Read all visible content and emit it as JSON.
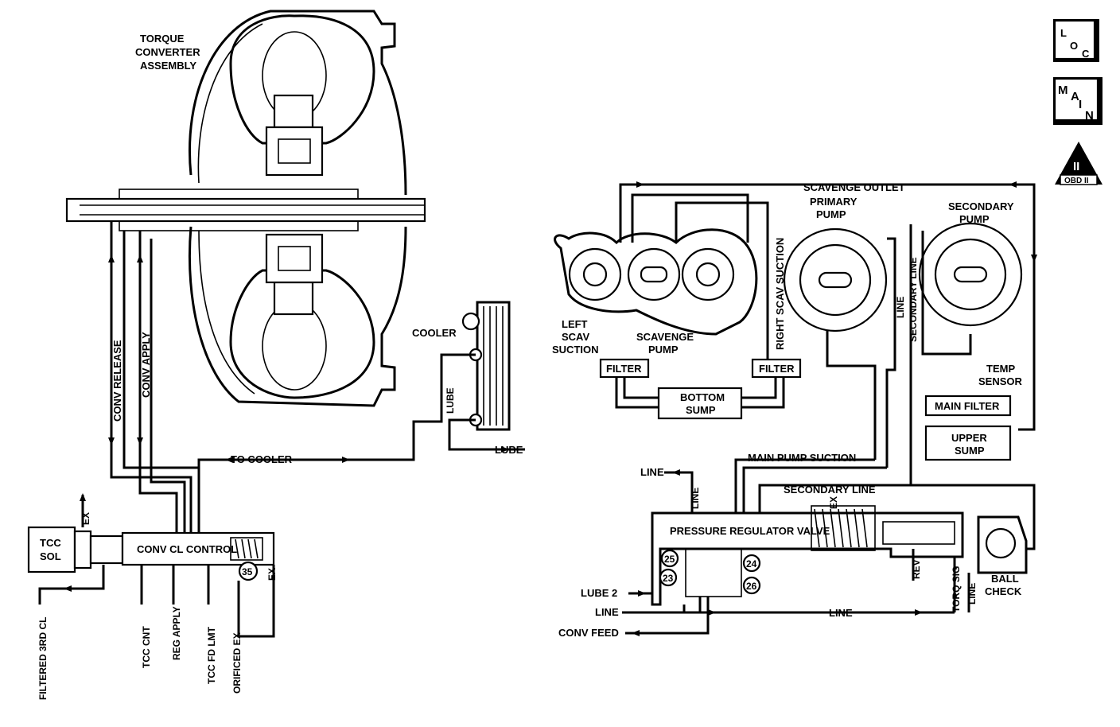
{
  "badges": {
    "loc": [
      "L",
      "O",
      "C"
    ],
    "main": [
      "M",
      "A",
      "I",
      "N"
    ],
    "obd": {
      "roman": "II",
      "label": "OBD II"
    }
  },
  "left": {
    "torque_converter": [
      "TORQUE",
      "CONVERTER",
      "ASSEMBLY"
    ],
    "conv_release": "CONV RELEASE",
    "conv_apply": "CONV APPLY",
    "cooler": "COOLER",
    "lube_vertical": "LUBE",
    "lube_out": "LUBE",
    "to_cooler": "TO COOLER",
    "tcc_sol": [
      "TCC",
      "SOL"
    ],
    "ex_top": "EX",
    "ex_right": "EX",
    "valve": "CONV CL CONTROL",
    "check_35": "35",
    "bottom_labels": {
      "filtered_3rd_cl": "FILTERED 3RD CL",
      "tcc_cnt": "TCC CNT",
      "reg_apply": "REG APPLY",
      "tcc_fd_lmt": "TCC FD LMT",
      "orificed_ex": "ORIFICED EX"
    }
  },
  "right": {
    "scavenge_outlet": "SCAVENGE OUTLET",
    "primary_pump": [
      "PRIMARY",
      "PUMP"
    ],
    "secondary_pump": [
      "SECONDARY",
      "PUMP"
    ],
    "left_scav": [
      "LEFT",
      "SCAV",
      "SUCTION"
    ],
    "scavenge_pump": [
      "SCAVENGE",
      "PUMP"
    ],
    "right_scav_suction": "RIGHT SCAV SUCTION",
    "line_vertical": "LINE",
    "secondary_line_vertical": "SECONDARY LINE",
    "filter_left": "FILTER",
    "filter_right": "FILTER",
    "bottom_sump": [
      "BOTTOM",
      "SUMP"
    ],
    "temp_sensor": [
      "TEMP",
      "SENSOR"
    ],
    "main_filter": "MAIN FILTER",
    "upper_sump": [
      "UPPER",
      "SUMP"
    ],
    "main_pump_suction": "MAIN PUMP SUCTION",
    "line_left": "LINE",
    "line_short_vertical": "LINE",
    "secondary_line_horizontal": "SECONDARY LINE",
    "ex": "EX",
    "pressure_regulator_valve": "PRESSURE REGULATOR VALVE",
    "checks": [
      "25",
      "23",
      "24",
      "26"
    ],
    "lube2": "LUBE 2",
    "line_in": "LINE",
    "line_bottom": "LINE",
    "conv_feed": "CONV FEED",
    "rev": "REV",
    "torq_sig": "TORQ SIG",
    "line_right_vertical": "LINE",
    "ball_check": [
      "BALL",
      "CHECK"
    ]
  }
}
